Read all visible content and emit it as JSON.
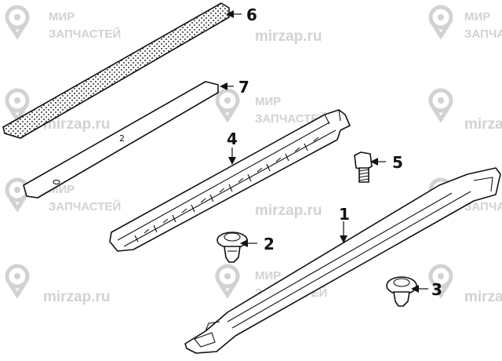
{
  "watermark": {
    "brand_line1": "МИР",
    "brand_line2": "ЗАПЧАСТЕЙ",
    "url": "mirzap.ru",
    "color": "#d2d2d2",
    "icon": "location-pin-icon"
  },
  "callouts": [
    {
      "id": "1",
      "label": "1"
    },
    {
      "id": "2",
      "label": "2"
    },
    {
      "id": "3",
      "label": "3"
    },
    {
      "id": "4",
      "label": "4"
    },
    {
      "id": "5",
      "label": "5"
    },
    {
      "id": "6",
      "label": "6"
    },
    {
      "id": "7",
      "label": "7"
    }
  ],
  "part_markings": {
    "part7_mark": "2"
  },
  "colors": {
    "line": "#111111",
    "background": "#ffffff"
  }
}
